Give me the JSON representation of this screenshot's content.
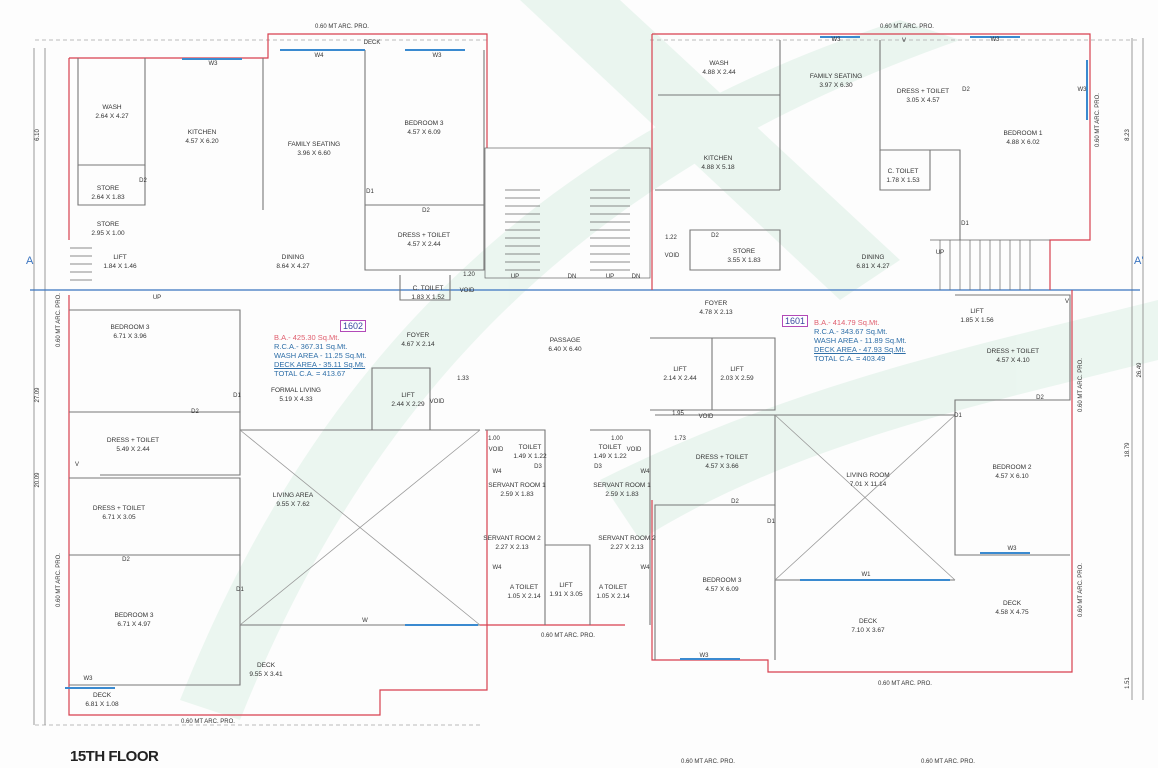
{
  "floor_title": "15TH FLOOR",
  "section_marks": [
    "A",
    "A'"
  ],
  "units": [
    {
      "number": "1602",
      "ba": "B.A.- 425.30 Sq.Mt.",
      "rca": "R.C.A.- 367.31 Sq.Mt.",
      "wash": "WASH AREA - 11.25 Sq.Mt.",
      "deck": "DECK AREA - 35.11 Sq.Mt.",
      "total": "TOTAL C.A. = 413.67"
    },
    {
      "number": "1601",
      "ba": "B.A.- 414.79 Sq.Mt.",
      "rca": "R.C.A.- 343.67 Sq.Mt.",
      "wash": "WASH AREA - 11.89 Sq.Mt.",
      "deck": "DECK AREA - 47.93 Sq.Mt.",
      "total": "TOTAL C.A. = 403.49"
    }
  ],
  "rooms": [
    {
      "name": "WASH",
      "size": "2.64 X 4.27"
    },
    {
      "name": "KITCHEN",
      "size": "4.57 X 6.20"
    },
    {
      "name": "FAMILY SEATING",
      "size": "3.96 X 6.60"
    },
    {
      "name": "BEDROOM 3",
      "size": "4.57 X 6.09"
    },
    {
      "name": "STORE",
      "size": "2.64 X 1.83"
    },
    {
      "name": "STORE",
      "size": "2.95 X 1.00"
    },
    {
      "name": "LIFT",
      "size": "1.84 X 1.46"
    },
    {
      "name": "DINING",
      "size": "8.64 X 4.27"
    },
    {
      "name": "DRESS + TOILET",
      "size": "4.57 X 2.44"
    },
    {
      "name": "C. TOILET",
      "size": "1.83 X 1.52"
    },
    {
      "name": "BEDROOM 3",
      "size": "6.71 X 3.96"
    },
    {
      "name": "FOYER",
      "size": "4.67 X 2.14"
    },
    {
      "name": "FORMAL LIVING",
      "size": "5.19 X 4.33"
    },
    {
      "name": "LIFT",
      "size": "2.44 X 2.29"
    },
    {
      "name": "PASSAGE",
      "size": "6.40 X 6.40"
    },
    {
      "name": "DRESS + TOILET",
      "size": "5.49 X 2.44"
    },
    {
      "name": "DRESS + TOILET",
      "size": "6.71 X 3.05"
    },
    {
      "name": "LIVING AREA",
      "size": "9.55 X 7.62"
    },
    {
      "name": "BEDROOM 3",
      "size": "6.71 X 4.97"
    },
    {
      "name": "DECK",
      "size": "9.55 X 3.41"
    },
    {
      "name": "DECK",
      "size": "6.81 X 1.08"
    },
    {
      "name": "TOILET",
      "size": "1.49 X 1.22"
    },
    {
      "name": "SERVANT ROOM 1",
      "size": "2.59 X 1.83"
    },
    {
      "name": "SERVANT ROOM 2",
      "size": "2.27 X 2.13"
    },
    {
      "name": "A TOILET",
      "size": "1.05 X 2.14"
    },
    {
      "name": "LIFT",
      "size": "1.91 X 3.05"
    },
    {
      "name": "TOILET",
      "size": "1.49 X 1.22"
    },
    {
      "name": "SERVANT ROOM 1",
      "size": "2.59 X 1.83"
    },
    {
      "name": "SERVANT ROOM 2",
      "size": "2.27 X 2.13"
    },
    {
      "name": "A TOILET",
      "size": "1.05 X 2.14"
    },
    {
      "name": "WASH",
      "size": "4.88 X 2.44"
    },
    {
      "name": "FAMILY SEATING",
      "size": "3.97 X 6.30"
    },
    {
      "name": "DRESS + TOILET",
      "size": "3.05 X 4.57"
    },
    {
      "name": "BEDROOM 1",
      "size": "4.88 X 6.02"
    },
    {
      "name": "KITCHEN",
      "size": "4.88 X 5.18"
    },
    {
      "name": "C. TOILET",
      "size": "1.78 X 1.53"
    },
    {
      "name": "STORE",
      "size": "3.55 X 1.83"
    },
    {
      "name": "DINING",
      "size": "6.81 X 4.27"
    },
    {
      "name": "FOYER",
      "size": "4.78 X 2.13"
    },
    {
      "name": "LIFT",
      "size": "1.85 X 1.56"
    },
    {
      "name": "DRESS + TOILET",
      "size": "4.57 X 4.10"
    },
    {
      "name": "LIFT",
      "size": "2.14 X 2.44"
    },
    {
      "name": "LIFT",
      "size": "2.03 X 2.59"
    },
    {
      "name": "DRESS + TOILET",
      "size": "4.57 X 3.66"
    },
    {
      "name": "LIVING ROOM",
      "size": "7.01 X 11.14"
    },
    {
      "name": "BEDROOM 2",
      "size": "4.57 X 6.10"
    },
    {
      "name": "BEDROOM 3",
      "size": "4.57 X 6.09"
    },
    {
      "name": "DECK",
      "size": "7.10 X 3.67"
    },
    {
      "name": "DECK",
      "size": "4.58 X 4.75"
    }
  ],
  "tags": {
    "void": "VOID",
    "deck": "DECK",
    "arc_pro": "0.60 MT ARC. PRO.",
    "up": "UP",
    "dn": "DN",
    "w": "W",
    "w1": "W1",
    "w3": "W3",
    "w4": "W4",
    "d1": "D1",
    "d2": "D2",
    "d3": "D3",
    "v": "V"
  },
  "dimensions": [
    "6.10",
    "27.09",
    "20.09",
    "8.23",
    "26.49",
    "18.79",
    "1.51",
    "1.33",
    "1.00",
    "1.20",
    "1.22",
    "1.95",
    "1.73"
  ]
}
